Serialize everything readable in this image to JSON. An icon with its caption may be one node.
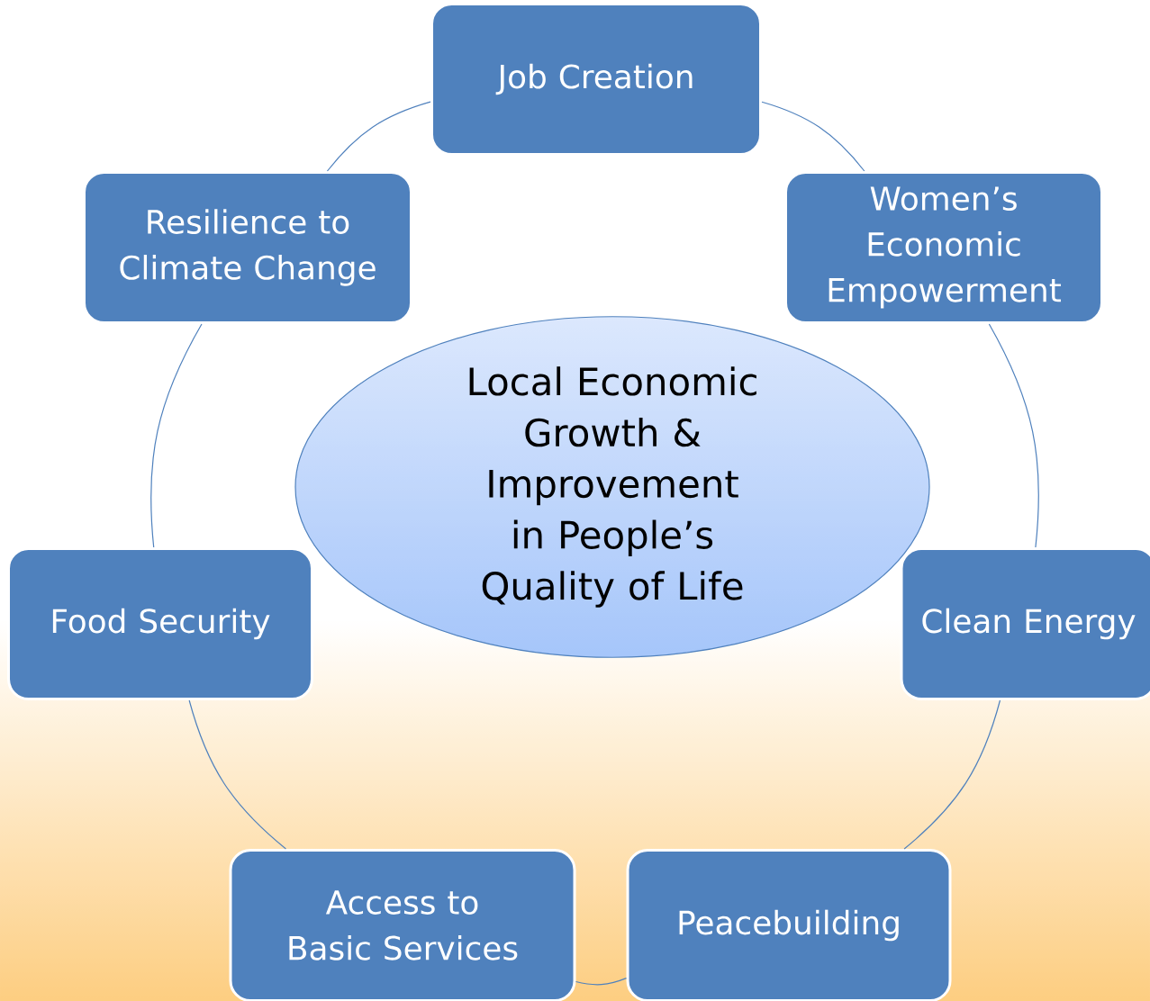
{
  "diagram": {
    "nodes": [
      {
        "text": [
          "Job Creation"
        ]
      },
      {
        "text": [
          "Women’s Economic Empowerment"
        ]
      },
      {
        "text": [
          "Resilience to Climate Change"
        ]
      },
      {
        "text": [
          "Local Economic Growth & Improvement in People’s Quality of Life"
        ]
      },
      {
        "text": [
          "Food Security"
        ]
      },
      {
        "text": [
          "Clean Energy"
        ]
      },
      {
        "text": [
          "Access to Basic Services"
        ]
      },
      {
        "text": [
          "Peacebuilding"
        ]
      }
    ],
    "edges": [
      {
        "from": 0,
        "to": 1,
        "arrow": "none"
      },
      {
        "from": 1,
        "to": 5,
        "arrow": "none"
      },
      {
        "from": 5,
        "to": 7,
        "arrow": "none"
      },
      {
        "from": 7,
        "to": 6,
        "arrow": "none"
      },
      {
        "from": 6,
        "to": 4,
        "arrow": "none"
      },
      {
        "from": 4,
        "to": 2,
        "arrow": "none"
      },
      {
        "from": 2,
        "to": 0,
        "arrow": "none"
      }
    ]
  }
}
